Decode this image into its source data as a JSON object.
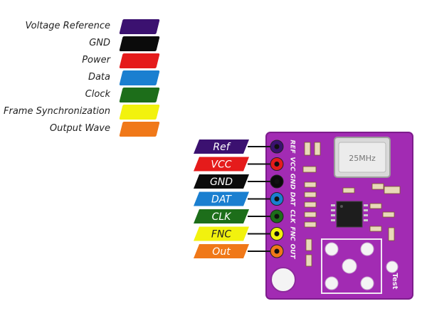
{
  "legend": [
    {
      "label": "Voltage Reference",
      "color": "#3b1170"
    },
    {
      "label": "GND",
      "color": "#0b0b0b"
    },
    {
      "label": "Power",
      "color": "#e51b1b"
    },
    {
      "label": "Data",
      "color": "#1a7fd0"
    },
    {
      "label": "Clock",
      "color": "#1d6e1a"
    },
    {
      "label": "Frame Synchronization",
      "color": "#f2f20e"
    },
    {
      "label": "Output Wave",
      "color": "#f07818"
    }
  ],
  "pins": [
    {
      "tag": "Ref",
      "board_label": "REF",
      "color": "#3b1170",
      "text_color": "#ffffff"
    },
    {
      "tag": "VCC",
      "board_label": "VCC",
      "color": "#e51b1b",
      "text_color": "#ffffff"
    },
    {
      "tag": "GND",
      "board_label": "GND",
      "color": "#0b0b0b",
      "text_color": "#ffffff"
    },
    {
      "tag": "DAT",
      "board_label": "DAT",
      "color": "#1a7fd0",
      "text_color": "#ffffff"
    },
    {
      "tag": "CLK",
      "board_label": "CLK",
      "color": "#1d6e1a",
      "text_color": "#ffffff"
    },
    {
      "tag": "FNC",
      "board_label": "FNC",
      "color": "#f2f20e",
      "text_color": "#222222"
    },
    {
      "tag": "Out",
      "board_label": "OUT",
      "color": "#f07818",
      "text_color": "#ffffff"
    }
  ],
  "board": {
    "color": "#a22bb3",
    "edge_color": "#7d1c8c",
    "crystal_marking": "25MHz",
    "test_label": "Test"
  }
}
